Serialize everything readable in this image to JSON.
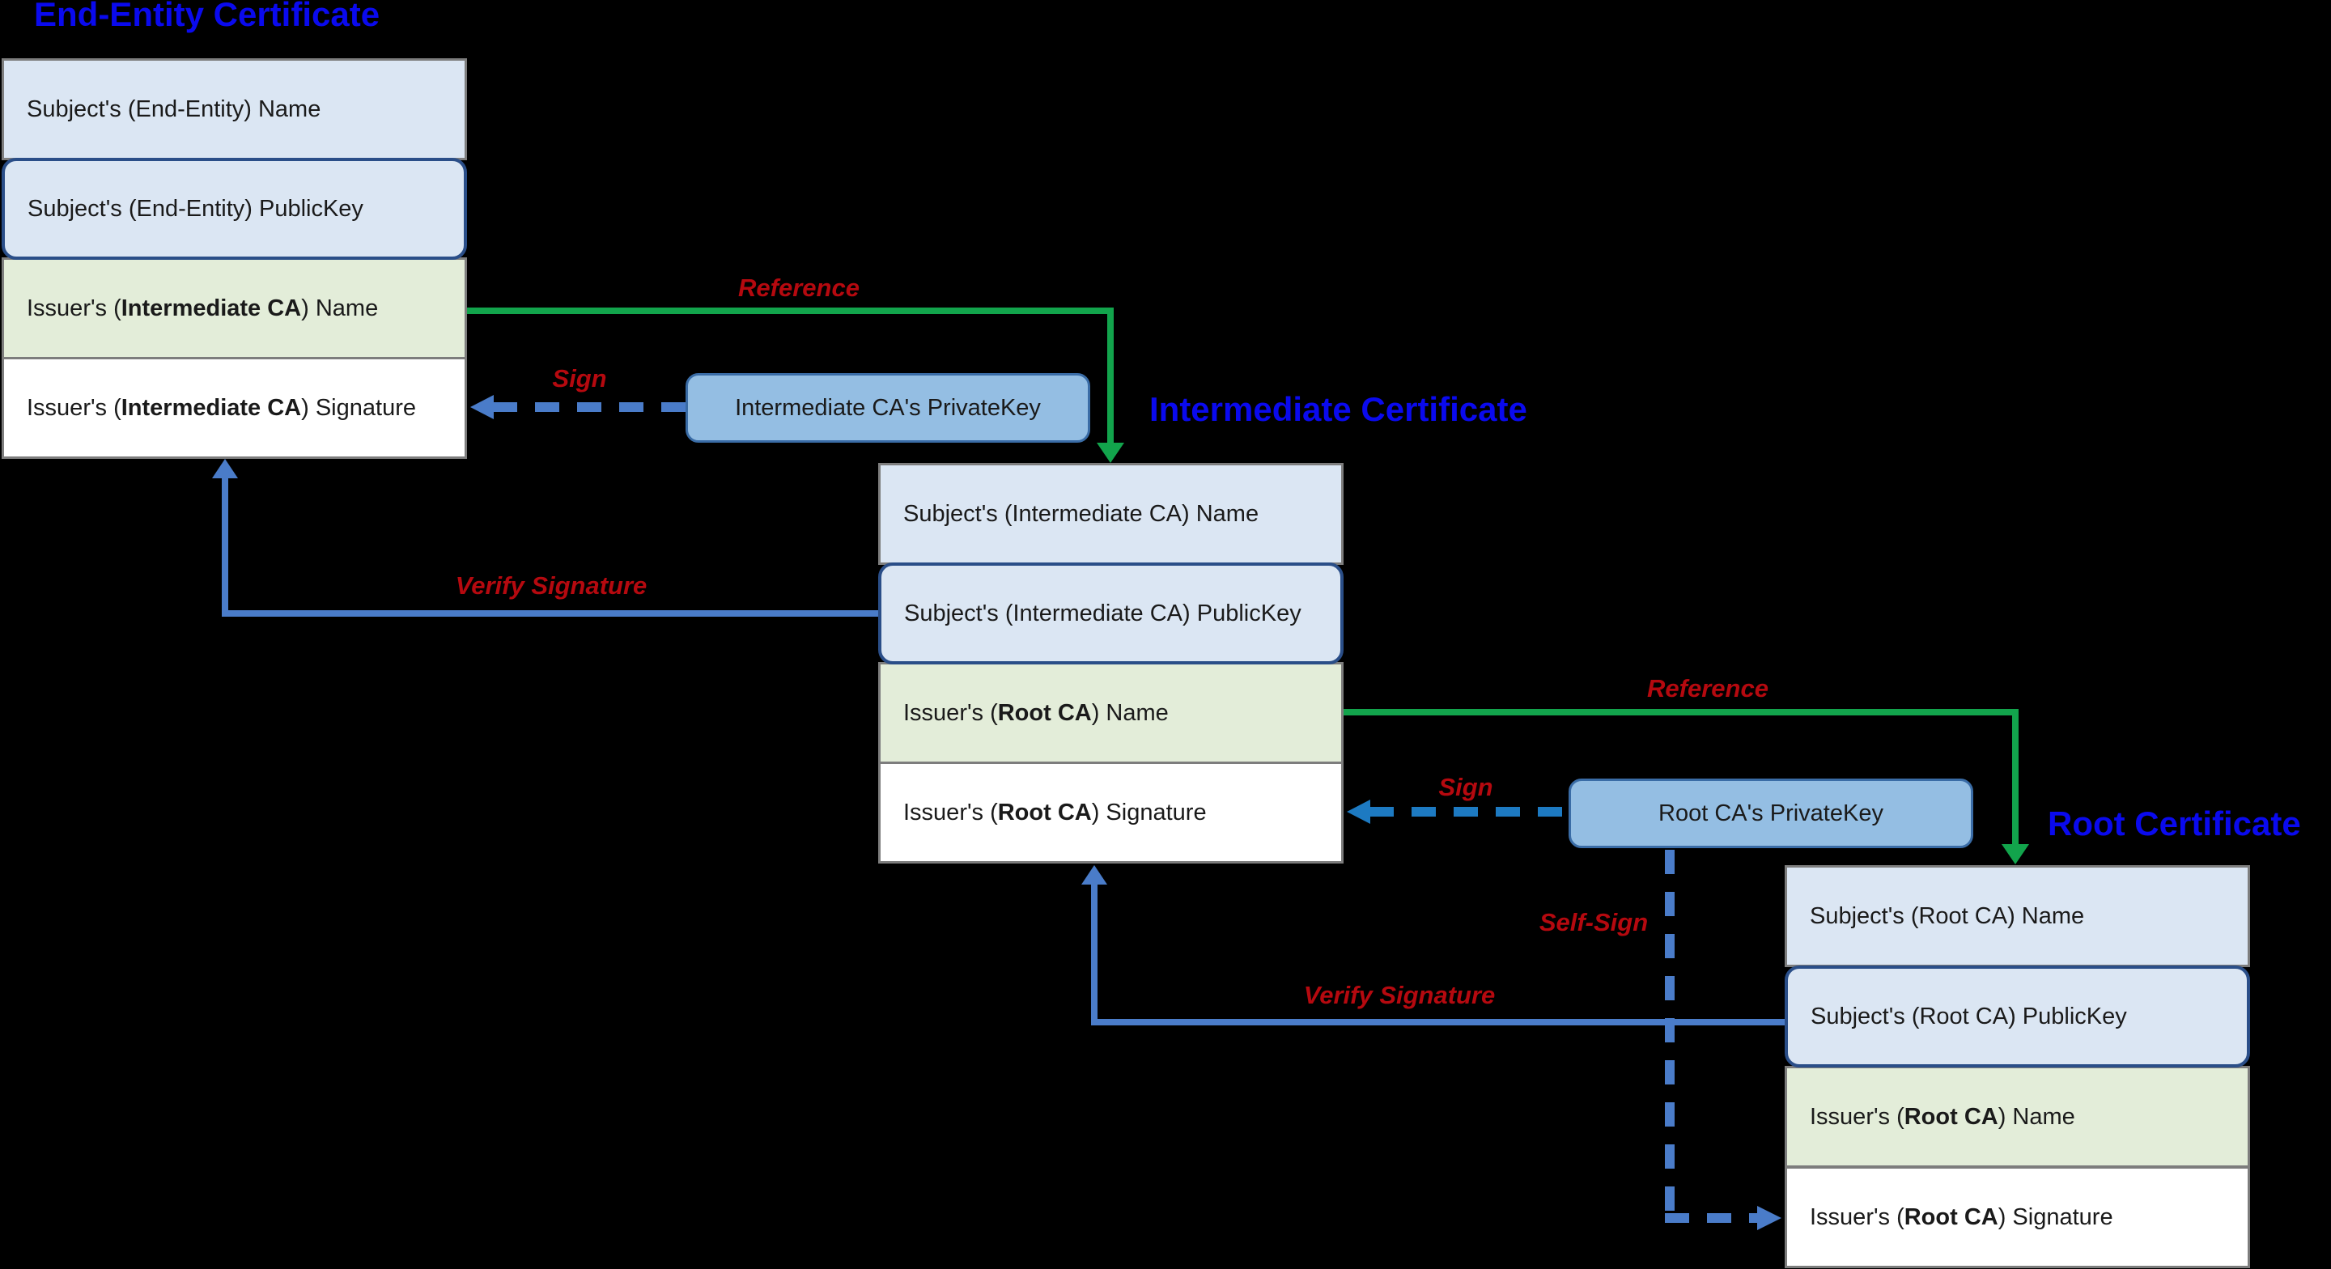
{
  "diagram": {
    "end_entity": {
      "title": "End-Entity Certificate",
      "rows": [
        {
          "prefix": "Subject's (End-Entity) Name",
          "bold": "",
          "suffix": ""
        },
        {
          "prefix": "Subject's (End-Entity) PublicKey",
          "bold": "",
          "suffix": ""
        },
        {
          "prefix": "Issuer's (",
          "bold": "Intermediate CA",
          "suffix": ") Name"
        },
        {
          "prefix": "Issuer's (",
          "bold": "Intermediate CA",
          "suffix": ") Signature"
        }
      ]
    },
    "intermediate": {
      "title": "Intermediate Certificate",
      "rows": [
        {
          "prefix": "Subject's (Intermediate CA) Name",
          "bold": "",
          "suffix": ""
        },
        {
          "prefix": "Subject's (Intermediate CA) PublicKey",
          "bold": "",
          "suffix": ""
        },
        {
          "prefix": "Issuer's (",
          "bold": "Root CA",
          "suffix": ") Name"
        },
        {
          "prefix": "Issuer's (",
          "bold": "Root CA",
          "suffix": ") Signature"
        }
      ]
    },
    "root": {
      "title": "Root Certificate",
      "rows": [
        {
          "prefix": "Subject's (Root CA) Name",
          "bold": "",
          "suffix": ""
        },
        {
          "prefix": "Subject's (Root CA) PublicKey",
          "bold": "",
          "suffix": ""
        },
        {
          "prefix": "Issuer's (",
          "bold": "Root CA",
          "suffix": ") Name"
        },
        {
          "prefix": "Issuer's (",
          "bold": "Root CA",
          "suffix": ") Signature"
        }
      ]
    },
    "keys": {
      "intermediate_label": "Intermediate CA's PrivateKey",
      "root_label": "Root CA's PrivateKey"
    },
    "edge_labels": {
      "reference_1": "Reference",
      "reference_2": "Reference",
      "sign_1": "Sign",
      "sign_2": "Sign",
      "self_sign": "Self-Sign",
      "verify_1": "Verify Signature",
      "verify_2": "Verify Signature"
    },
    "colors": {
      "background": "#000000",
      "title_blue": "#0a0aee",
      "row_blue": "#dbe6f3",
      "row_green": "#e3edd9",
      "row_white": "#ffffff",
      "row_border_gray": "#7d7d7d",
      "publickey_border": "#2a4e88",
      "privatekey_fill": "#94bee3",
      "privatekey_border": "#3a6ca6",
      "reference_green": "#12a44c",
      "verify_sign_blue": "#4a7cc9",
      "root_sign_blue": "#1d7ac2",
      "label_red": "#b5090f"
    }
  }
}
